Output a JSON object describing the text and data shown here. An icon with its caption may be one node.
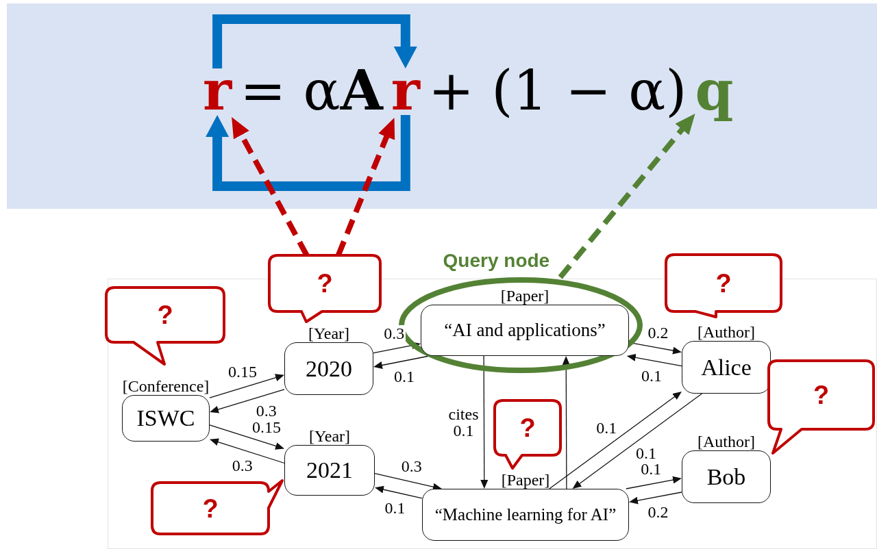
{
  "diagram": {
    "nodes": [
      {
        "text": [
          "r"
        ]
      },
      {
        "text": [
          "r"
        ]
      },
      {
        "text": [
          "q"
        ]
      },
      {
        "text": [
          "?"
        ]
      },
      {
        "text": [
          "Query node"
        ]
      },
      {
        "text": [
          "[Paper]",
          "“AI and applications”"
        ],
        "in": 4
      },
      {
        "text": [
          "?"
        ]
      },
      {
        "text": [
          "?"
        ]
      },
      {
        "text": [
          "[Year]",
          "2020"
        ]
      },
      {
        "text": [
          "[Author]",
          "Alice"
        ]
      },
      {
        "text": [
          "[Conference]",
          "ISWC"
        ]
      },
      {
        "text": [
          "?"
        ]
      },
      {
        "text": [
          "?"
        ]
      },
      {
        "text": [
          "[Year]",
          "2021"
        ]
      },
      {
        "text": [
          "[Author]",
          "Bob"
        ]
      },
      {
        "text": [
          "?"
        ]
      },
      {
        "text": [
          "[Paper]",
          "“Machine learning for AI”"
        ]
      }
    ],
    "edges": [
      {
        "from": 0,
        "to": 1,
        "arrow": "to",
        "style": "thick",
        "color": "#0070c0"
      },
      {
        "from": 1,
        "to": 0,
        "arrow": "to",
        "style": "thick",
        "color": "#0070c0"
      },
      {
        "from": 3,
        "to": 0,
        "arrow": "to",
        "style": "dashed",
        "color": "#c00000"
      },
      {
        "from": 3,
        "to": 1,
        "arrow": "to",
        "style": "dashed",
        "color": "#c00000"
      },
      {
        "from": 4,
        "to": 2,
        "arrow": "to",
        "style": "dashed",
        "color": "#548235"
      },
      {
        "from": 10,
        "to": 8,
        "arrow": "to",
        "label": "0.15"
      },
      {
        "from": 8,
        "to": 10,
        "arrow": "to",
        "label": "0.3"
      },
      {
        "from": 10,
        "to": 13,
        "arrow": "to",
        "label": "0.15"
      },
      {
        "from": 13,
        "to": 10,
        "arrow": "to",
        "label": "0.3"
      },
      {
        "from": 8,
        "to": 5,
        "arrow": "to",
        "label": "0.3"
      },
      {
        "from": 5,
        "to": 8,
        "arrow": "to",
        "label": "0.1"
      },
      {
        "from": 13,
        "to": 16,
        "arrow": "to",
        "label": "0.3"
      },
      {
        "from": 16,
        "to": 13,
        "arrow": "to",
        "label": "0.1"
      },
      {
        "from": 5,
        "to": 16,
        "arrow": "to",
        "label": "cites 0.1"
      },
      {
        "from": 16,
        "to": 5,
        "arrow": "to"
      },
      {
        "from": 5,
        "to": 9,
        "arrow": "to",
        "label": "0.2"
      },
      {
        "from": 9,
        "to": 5,
        "arrow": "to",
        "label": "0.1"
      },
      {
        "from": 16,
        "to": 9,
        "arrow": "to",
        "label": "0.1"
      },
      {
        "from": 9,
        "to": 16,
        "arrow": "to",
        "label": "0.1"
      },
      {
        "from": 16,
        "to": 14,
        "arrow": "to",
        "label": "0.1"
      },
      {
        "from": 14,
        "to": 16,
        "arrow": "to",
        "label": "0.2"
      }
    ],
    "labels": [
      "= α**A**",
      "+ (1 − α)"
    ]
  }
}
